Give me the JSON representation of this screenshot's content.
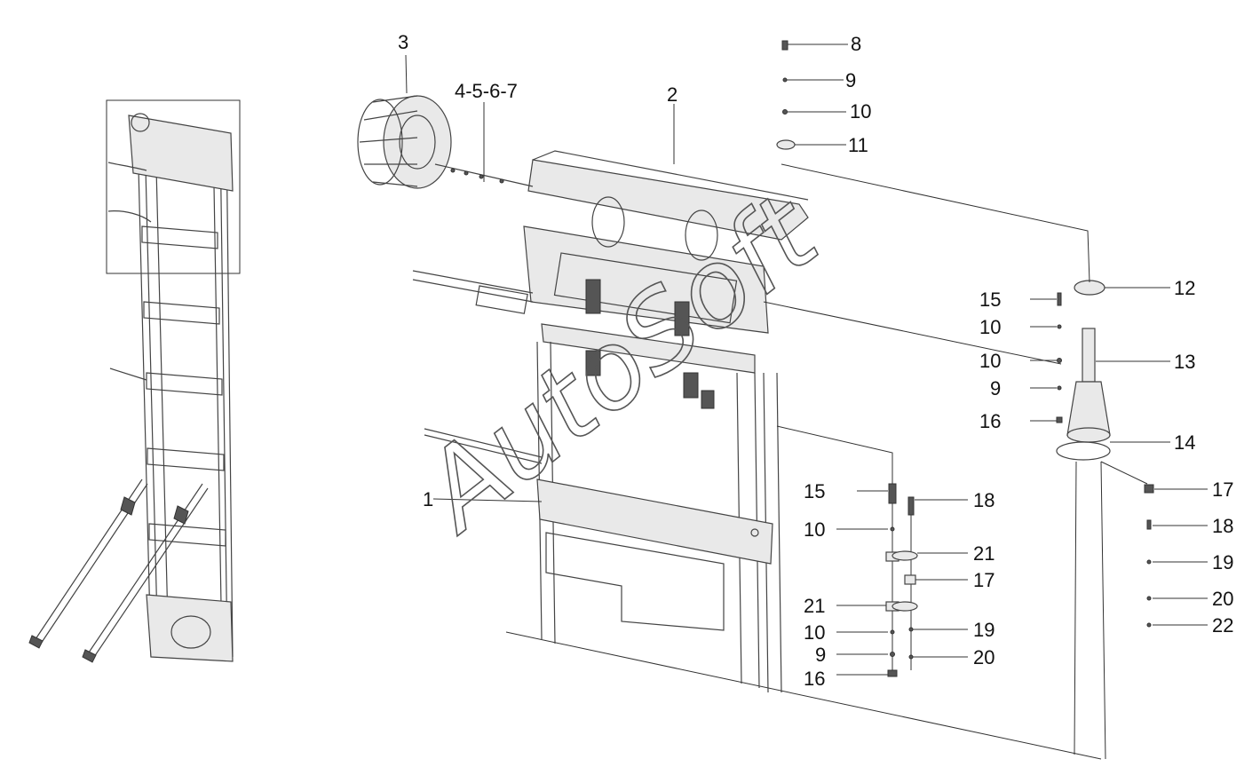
{
  "watermark": "AutoSoft",
  "labels": [
    {
      "id": "l1",
      "text": "1"
    },
    {
      "id": "l2",
      "text": "2"
    },
    {
      "id": "l3",
      "text": "3"
    },
    {
      "id": "l4567",
      "text": "4-5-6-7"
    },
    {
      "id": "l8",
      "text": "8"
    },
    {
      "id": "l9a",
      "text": "9"
    },
    {
      "id": "l10a",
      "text": "10"
    },
    {
      "id": "l11",
      "text": "11"
    },
    {
      "id": "l12",
      "text": "12"
    },
    {
      "id": "l15a",
      "text": "15"
    },
    {
      "id": "l10b",
      "text": "10"
    },
    {
      "id": "l10c",
      "text": "10"
    },
    {
      "id": "l13",
      "text": "13"
    },
    {
      "id": "l9b",
      "text": "9"
    },
    {
      "id": "l16a",
      "text": "16"
    },
    {
      "id": "l14",
      "text": "14"
    },
    {
      "id": "l17a",
      "text": "17"
    },
    {
      "id": "l15b",
      "text": "15"
    },
    {
      "id": "l18a",
      "text": "18"
    },
    {
      "id": "l18b",
      "text": "18"
    },
    {
      "id": "l10d",
      "text": "10"
    },
    {
      "id": "l21a",
      "text": "21"
    },
    {
      "id": "l19a",
      "text": "19"
    },
    {
      "id": "l17b",
      "text": "17"
    },
    {
      "id": "l20a",
      "text": "20"
    },
    {
      "id": "l21b",
      "text": "21"
    },
    {
      "id": "l22",
      "text": "22"
    },
    {
      "id": "l10e",
      "text": "10"
    },
    {
      "id": "l19b",
      "text": "19"
    },
    {
      "id": "l9c",
      "text": "9"
    },
    {
      "id": "l20b",
      "text": "20"
    },
    {
      "id": "l16b",
      "text": "16"
    }
  ]
}
